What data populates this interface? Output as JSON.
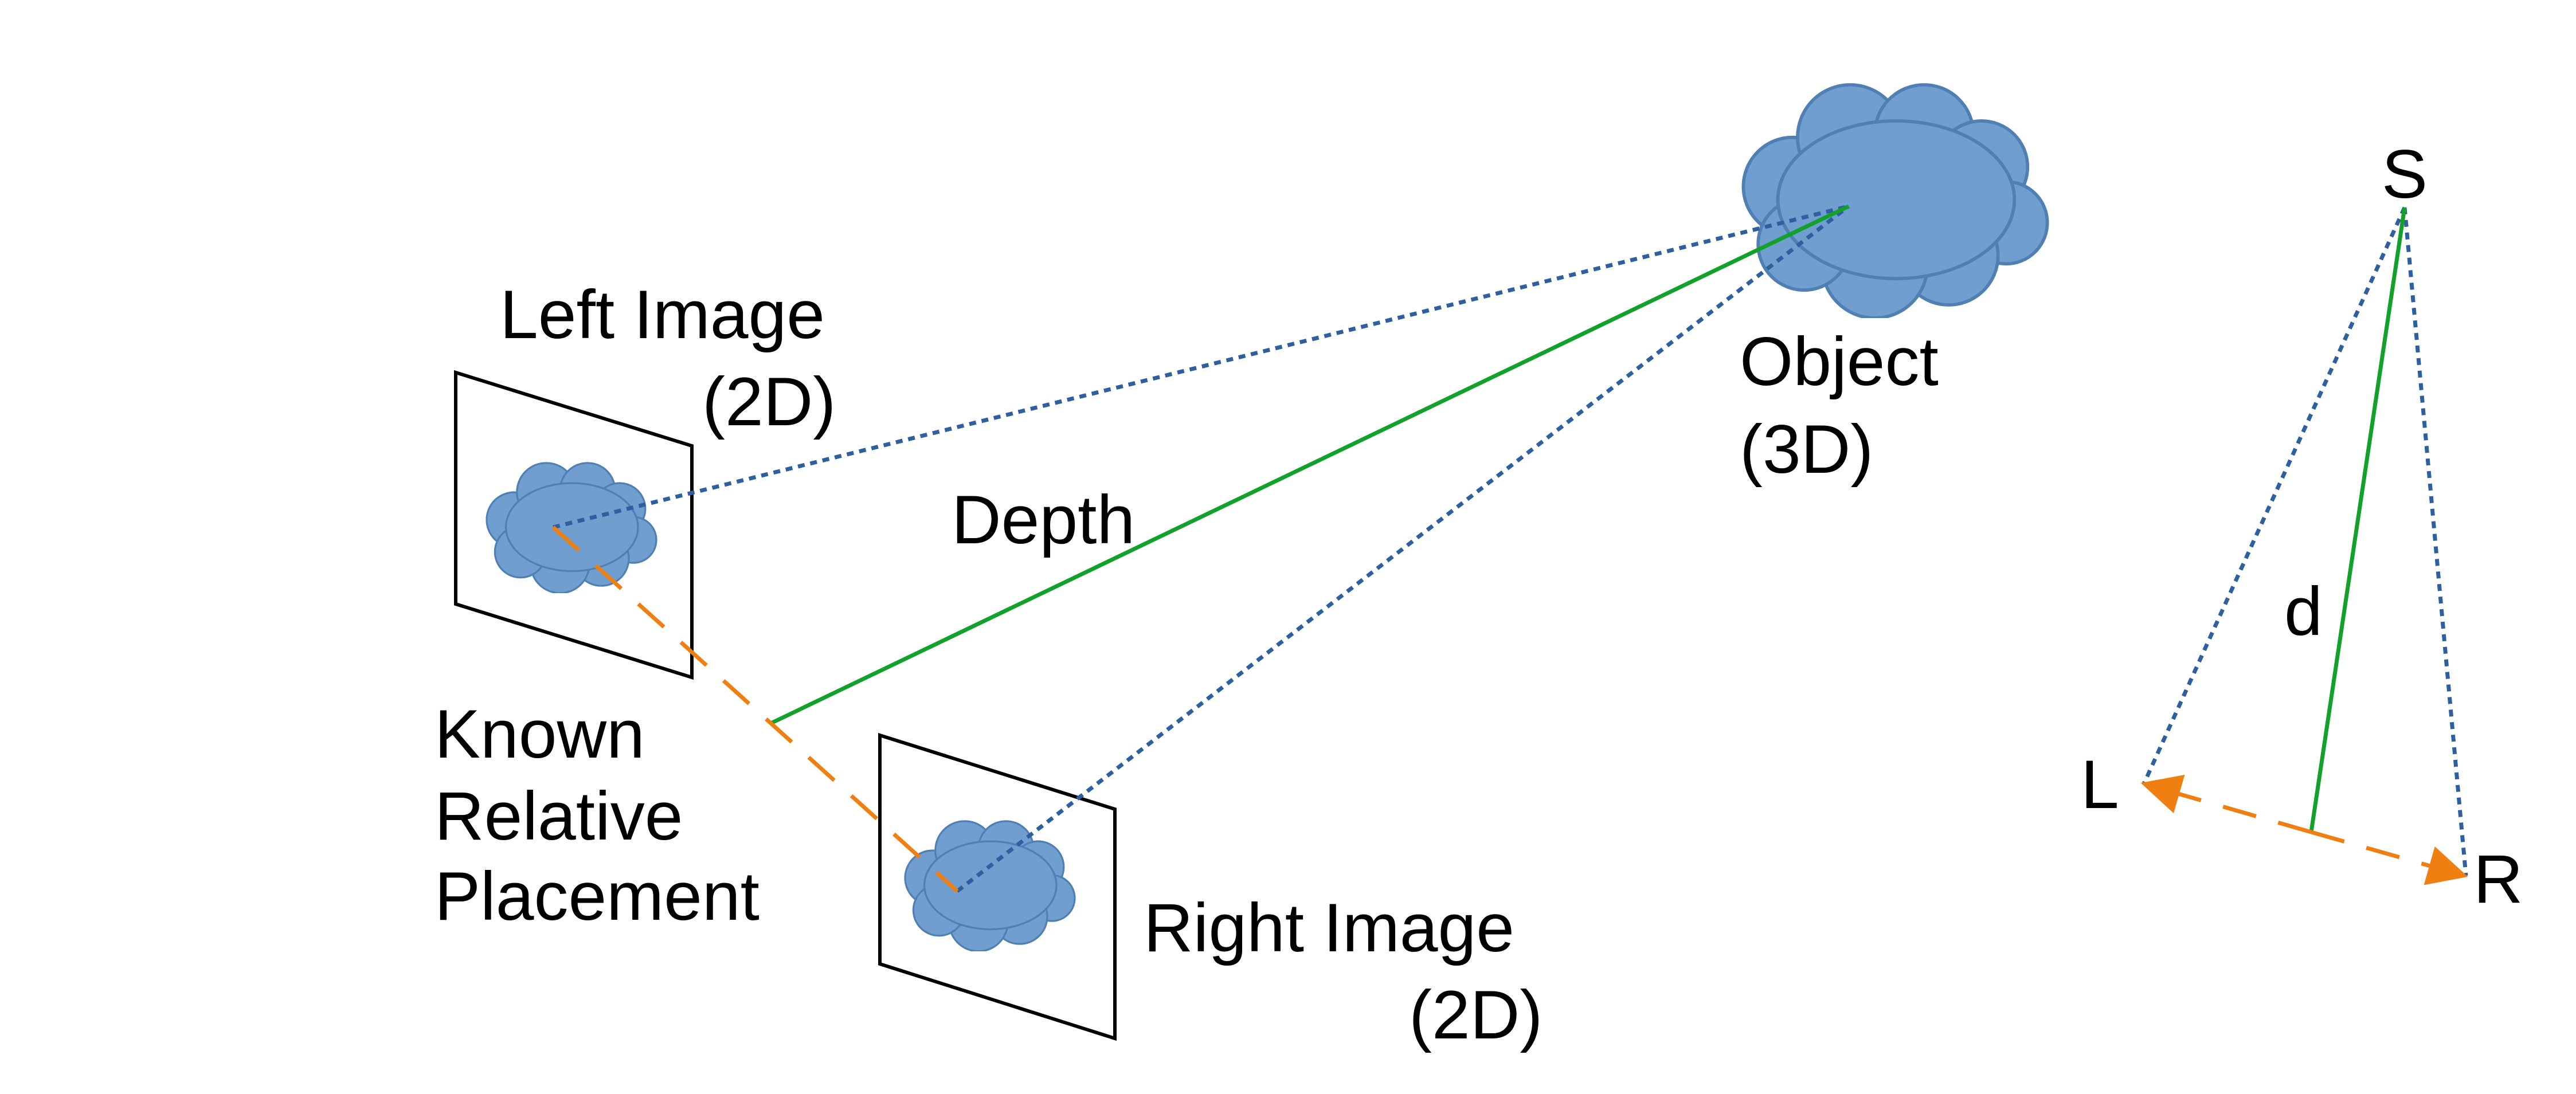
{
  "labels": {
    "left_image_line1": "Left Image",
    "left_image_line2": "(2D)",
    "right_image_line1": "Right Image",
    "right_image_line2": "(2D)",
    "object_line1": "Object",
    "object_line2": "(3D)",
    "depth": "Depth",
    "known_line1": "Known",
    "known_line2": "Relative",
    "known_line3": "Placement",
    "s": "S",
    "d": "d",
    "l": "L",
    "r": "R"
  },
  "colors": {
    "cloud_fill": "#6f9ecf",
    "cloud_stroke": "#4f7fb3",
    "sight_line": "#2e5f9e",
    "depth_line": "#12a12a",
    "baseline": "#f07f12",
    "frame": "#000000"
  }
}
